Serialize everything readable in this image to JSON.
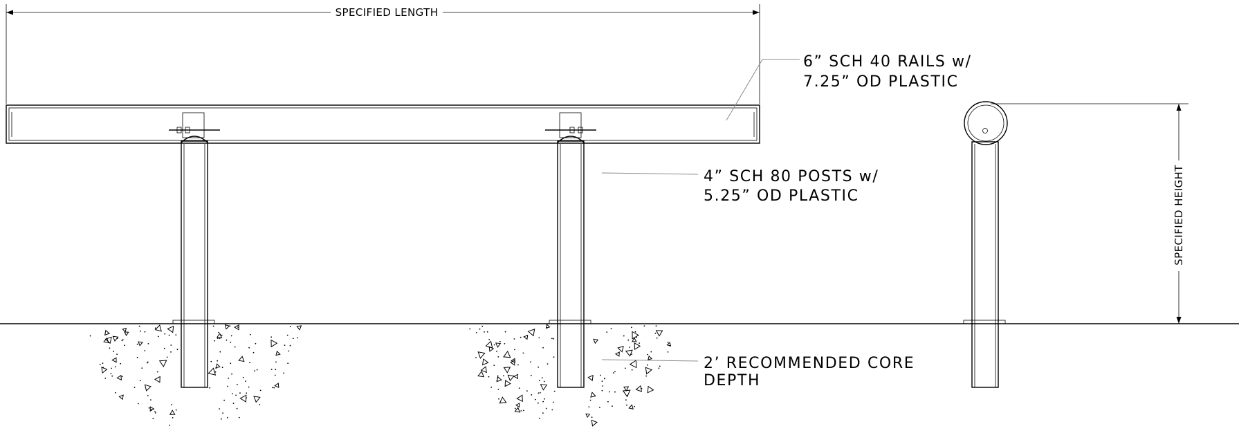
{
  "dimensions": {
    "length_label": "SPECIFIED LENGTH",
    "height_label": "SPECIFIED HEIGHT"
  },
  "callouts": {
    "rails": {
      "line1": "6” SCH 40 RAILS w/",
      "line2": "7.25” OD PLASTIC"
    },
    "posts": {
      "line1": "4” SCH 80 POSTS w/",
      "line2": "5.25” OD PLASTIC"
    },
    "core": {
      "line1": "2’ RECOMMENDED CORE",
      "line2": "DEPTH"
    }
  }
}
